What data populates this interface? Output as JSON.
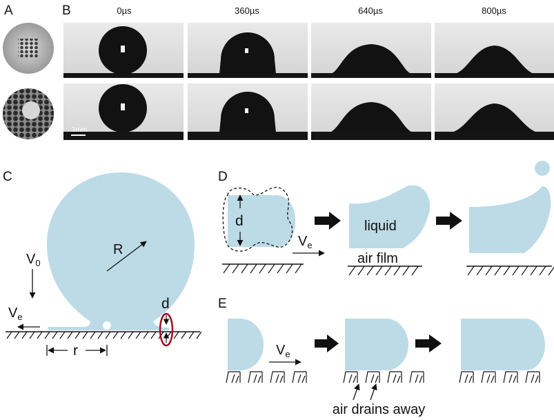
{
  "panels": {
    "A": "A",
    "B": "B",
    "C": "C",
    "D": "D",
    "E": "E"
  },
  "panel_b": {
    "times": [
      "0µs",
      "360µs",
      "640µs",
      "800µs"
    ],
    "scale_bar": "1mm"
  },
  "panel_c": {
    "v0": "V",
    "v0_sub": "0",
    "ve": "V",
    "ve_sub": "e",
    "R": "R",
    "d": "d",
    "r": "r"
  },
  "panel_d": {
    "d": "d",
    "ve": "V",
    "ve_sub": "e",
    "liquid": "liquid",
    "air_film": "air film"
  },
  "panel_e": {
    "ve": "V",
    "ve_sub": "e",
    "air_drains": "air drains away"
  },
  "colors": {
    "liquid": "#bcdbe6",
    "highlight_ring": "#a01020",
    "drop": "#111111"
  }
}
